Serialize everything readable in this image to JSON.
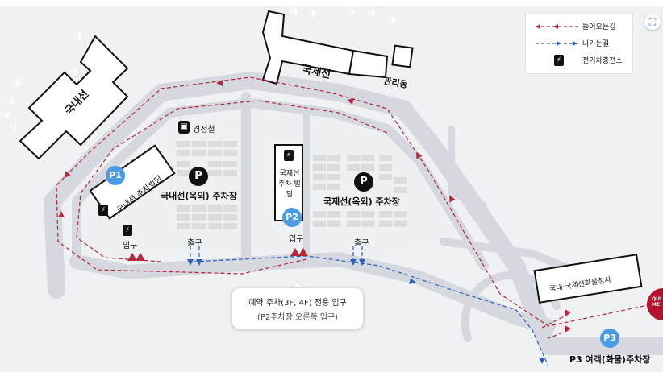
{
  "legend": {
    "inbound_label": "들어오는길",
    "outbound_label": "나가는길",
    "ev_label": "전기차충전소"
  },
  "colors": {
    "inbound": "#b3283d",
    "outbound": "#2b62b8",
    "badge": "#4a9be3",
    "road": "#d5d8de",
    "lot": "#dcdcdc",
    "qr_badge": "#b5122f"
  },
  "icons": {
    "ev": "ev-charger-icon",
    "train": "train-icon",
    "plane": "airplane-icon",
    "fullscreen": "fullscreen-icon"
  },
  "labels": {
    "intl_terminal": "국제선",
    "dom_terminal": "국내선",
    "admin_building": "관리동",
    "light_rail": "경전철",
    "dom_parking_building": "국내선 주차빌딩",
    "dom_outdoor_lot": "국내선(옥외) 주차장",
    "intl_parking_building": "국제선 주차 빌딩",
    "intl_outdoor_lot": "국제선(옥외) 주차장",
    "entrance_p1": "입구",
    "exit_dom": "출구",
    "entrance_p2": "입구",
    "exit_intl": "출구",
    "cargo_office": "국내·국제선화물청사",
    "p3_lot": "P3 여객(화물)주차장",
    "qr_text": "QUI ME"
  },
  "badges": {
    "p1": "P1",
    "p2": "P2",
    "p3": "P3",
    "p_dom": "P",
    "p_intl": "P"
  },
  "callout": {
    "line1": "예약 주차(3F, 4F) 전용 입구",
    "line2": "(P2주차장 오른쪽 입구)"
  }
}
